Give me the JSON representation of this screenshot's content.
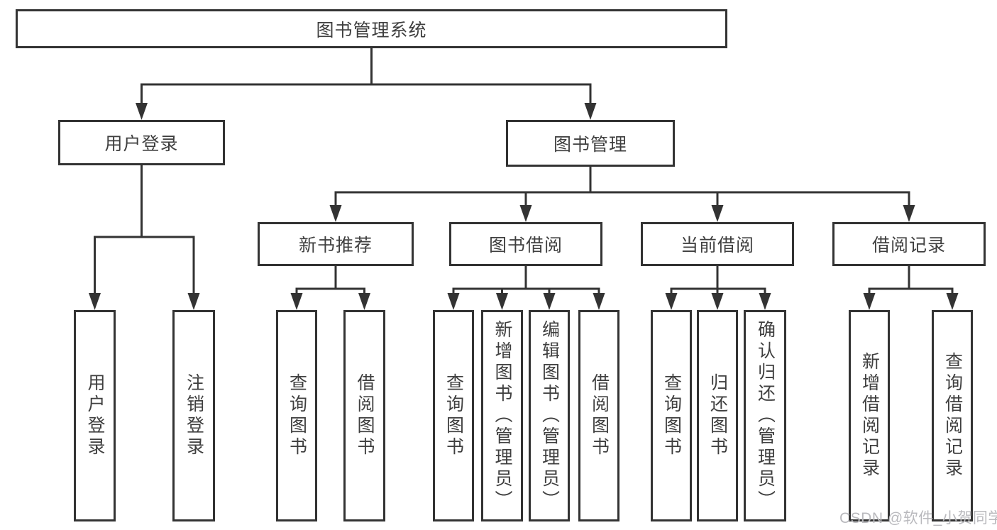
{
  "diagram": {
    "root": {
      "label": "图书管理系统"
    },
    "level2": [
      {
        "label": "用户登录"
      },
      {
        "label": "图书管理"
      }
    ],
    "level3": [
      {
        "label": "新书推荐"
      },
      {
        "label": "图书借阅"
      },
      {
        "label": "当前借阅"
      },
      {
        "label": "借阅记录"
      }
    ],
    "leaves": {
      "user_login": [
        "用户登录",
        "注销登录"
      ],
      "new_book": [
        "查询图书",
        "借阅图书"
      ],
      "book_borrow": [
        "查询图书",
        "新增图书（管理员）",
        "编辑图书（管理员）",
        "借阅图书"
      ],
      "current_borrow": [
        "查询图书",
        "归还图书",
        "确认归还（管理员）"
      ],
      "borrow_records": [
        "新增借阅记录",
        "查询借阅记录"
      ]
    },
    "watermark": "CSDN @软件_小贺同学",
    "colors": {
      "line": "#333333",
      "text": "#3f3f3f",
      "watermark": "#b9b9bd",
      "background": "#ffffff"
    }
  }
}
